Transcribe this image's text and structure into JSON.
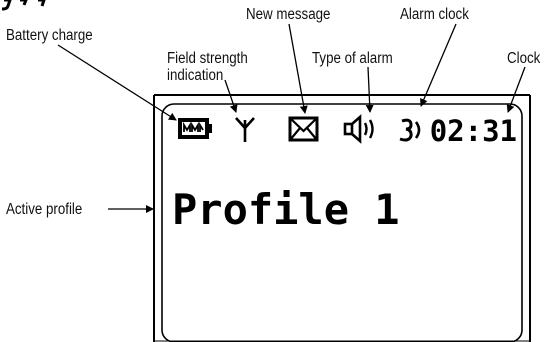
{
  "callouts": {
    "battery_charge": "Battery charge",
    "new_message": "New message",
    "alarm_clock": "Alarm clock",
    "field_strength_line1": "Field strength",
    "field_strength_line2": "indication",
    "type_of_alarm": "Type of alarm",
    "clock": "Clock",
    "active_profile": "Active profile"
  },
  "display": {
    "time": "02:31",
    "profile": "Profile 1"
  },
  "icons": [
    "battery-icon",
    "antenna-icon",
    "envelope-icon",
    "speaker-icon",
    "alarm-clock-icon"
  ],
  "colors": {
    "ink": "#000000",
    "screen": "#ffffff",
    "bezel": "#f4f4f4"
  }
}
